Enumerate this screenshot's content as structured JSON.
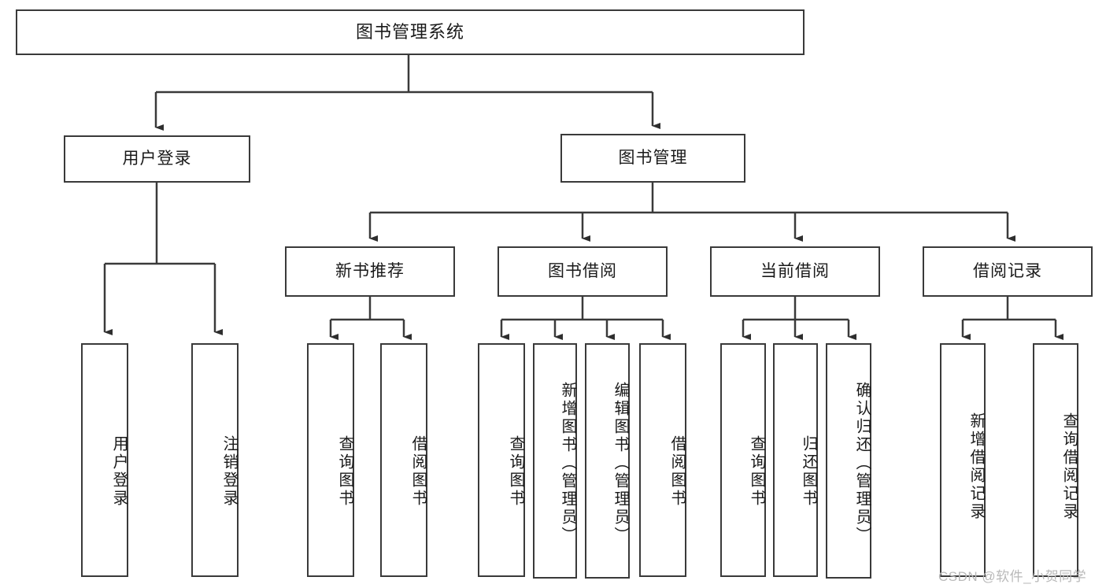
{
  "diagram": {
    "title": "图书管理系统",
    "type": "tree-hierarchy",
    "style": {
      "border_color": "#3a3a3a",
      "background": "#ffffff",
      "text_color": "#1a1a1a",
      "watermark_color": "#b9b9b9"
    },
    "root": {
      "label": "图书管理系统"
    },
    "level1": [
      {
        "label": "用户登录"
      },
      {
        "label": "图书管理"
      }
    ],
    "level2": [
      {
        "label": "新书推荐"
      },
      {
        "label": "图书借阅"
      },
      {
        "label": "当前借阅"
      },
      {
        "label": "借阅记录"
      }
    ],
    "leaves": {
      "user_login": [
        {
          "label": "用户登录"
        },
        {
          "label": "注销登录"
        }
      ],
      "new_book_recommend": [
        {
          "label": "查询图书"
        },
        {
          "label": "借阅图书"
        }
      ],
      "book_borrow": [
        {
          "label": "查询图书"
        },
        {
          "label": "新增图书（管理员）"
        },
        {
          "label": "编辑图书（管理员）"
        },
        {
          "label": "借阅图书"
        }
      ],
      "current_borrow": [
        {
          "label": "查询图书"
        },
        {
          "label": "归还图书"
        },
        {
          "label": "确认归还（管理员）"
        }
      ],
      "borrow_record": [
        {
          "label": "新增借阅记录"
        },
        {
          "label": "查询借阅记录"
        }
      ]
    }
  },
  "watermark": {
    "text": "CSDN @软件_小贺同学"
  }
}
